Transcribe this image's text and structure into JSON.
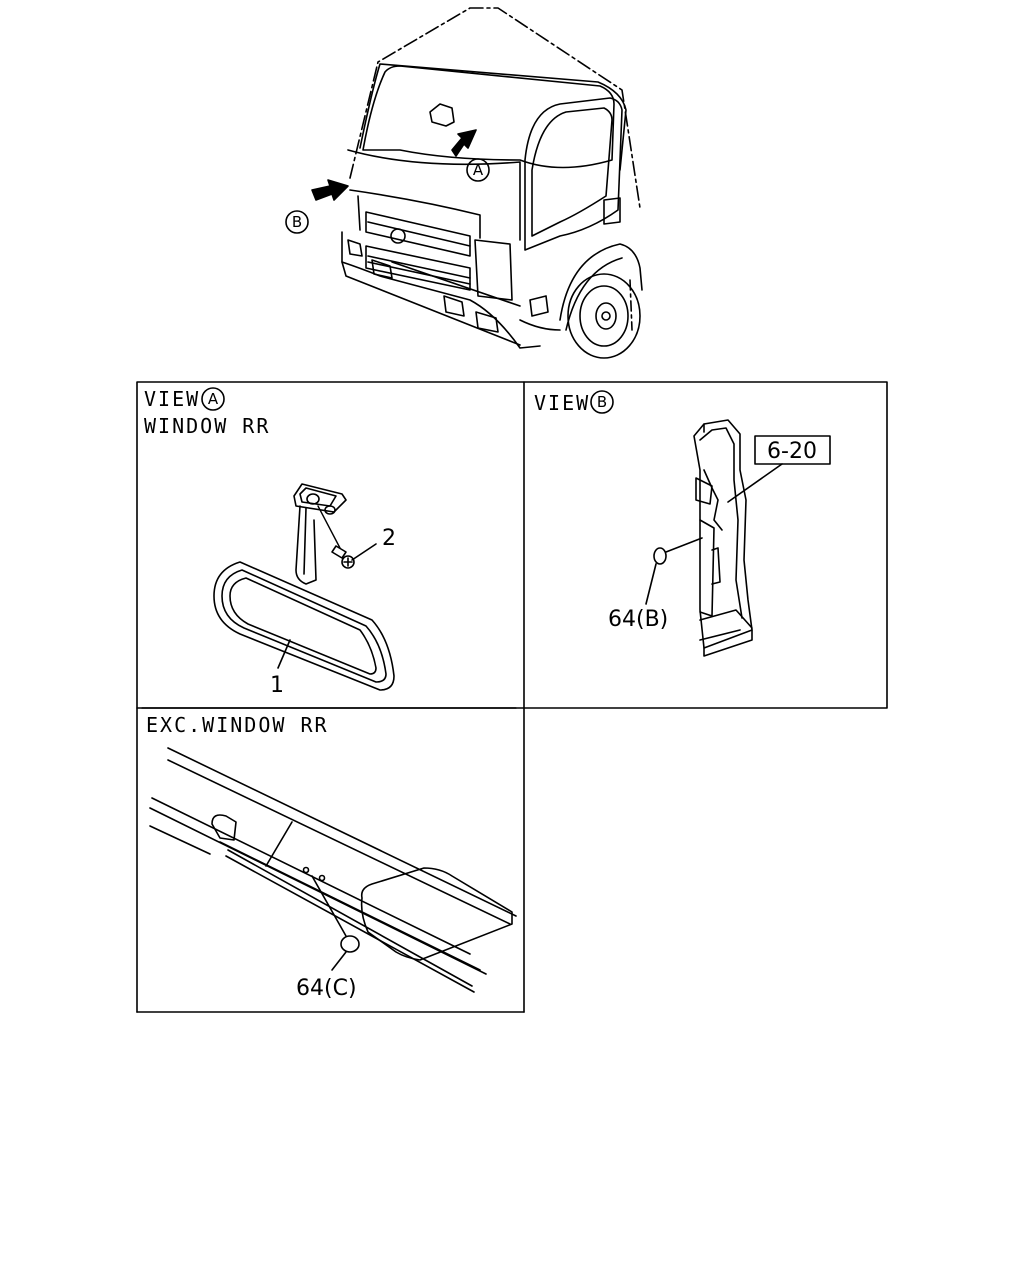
{
  "truck": {
    "callout_a": "A",
    "callout_b": "B"
  },
  "view_a": {
    "title_prefix": "VIEW",
    "title_letter": "A",
    "subtitle": "WINDOW RR",
    "part_1": "1",
    "part_2": "2"
  },
  "view_b": {
    "title_prefix": "VIEW",
    "title_letter": "B",
    "ref_box": "6-20",
    "part_64b": "64(B)"
  },
  "view_c": {
    "title": "EXC.WINDOW RR",
    "part_64c": "64(C)"
  }
}
